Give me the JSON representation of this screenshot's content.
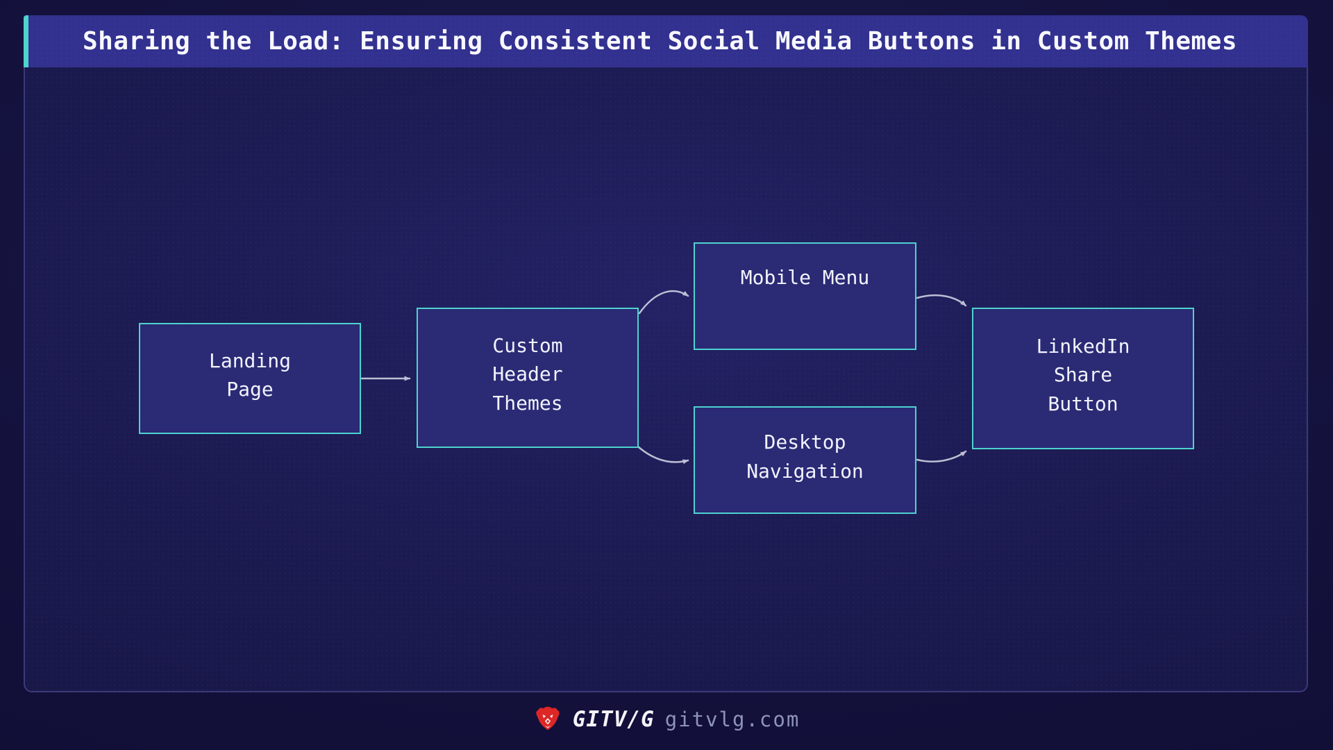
{
  "header": {
    "title": "Sharing the Load: Ensuring Consistent Social Media Buttons in Custom Themes"
  },
  "diagram": {
    "nodes": [
      {
        "id": "landing-page",
        "label": "Landing\nPage"
      },
      {
        "id": "custom-header-themes",
        "label": "Custom\nHeader\nThemes"
      },
      {
        "id": "mobile-menu",
        "label": "Mobile Menu"
      },
      {
        "id": "desktop-navigation",
        "label": "Desktop\nNavigation"
      },
      {
        "id": "linkedin-share-button",
        "label": "LinkedIn\nShare\nButton"
      }
    ],
    "edges": [
      {
        "from": "landing-page",
        "to": "custom-header-themes"
      },
      {
        "from": "custom-header-themes",
        "to": "mobile-menu"
      },
      {
        "from": "custom-header-themes",
        "to": "desktop-navigation"
      },
      {
        "from": "mobile-menu",
        "to": "linkedin-share-button"
      },
      {
        "from": "desktop-navigation",
        "to": "linkedin-share-button"
      }
    ]
  },
  "footer": {
    "brand": "GITV/G",
    "domain": "gitvlg.com",
    "icon": "lion-icon"
  },
  "colors": {
    "accent": "#4ed3cf",
    "header_bar": "#32318f",
    "node_fill": "#2b2a74",
    "node_border": "#4ed3cf",
    "arrow": "#cfcfe2",
    "brand_red": "#dd2626"
  }
}
